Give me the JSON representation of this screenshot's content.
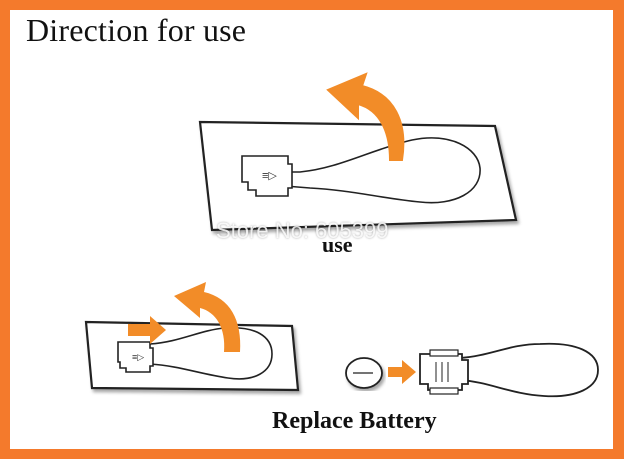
{
  "title": "Direction for use",
  "watermark": "Store No: 605399",
  "captions": {
    "use": "use",
    "replace_battery": "Replace Battery"
  },
  "colors": {
    "frame": "#f47a2c",
    "arrow": "#f28c28",
    "outline": "#222222"
  },
  "icons": {
    "arrow_curved": "curved-arrow-icon",
    "arrow_straight": "right-arrow-icon",
    "battery": "coin-battery-icon"
  }
}
